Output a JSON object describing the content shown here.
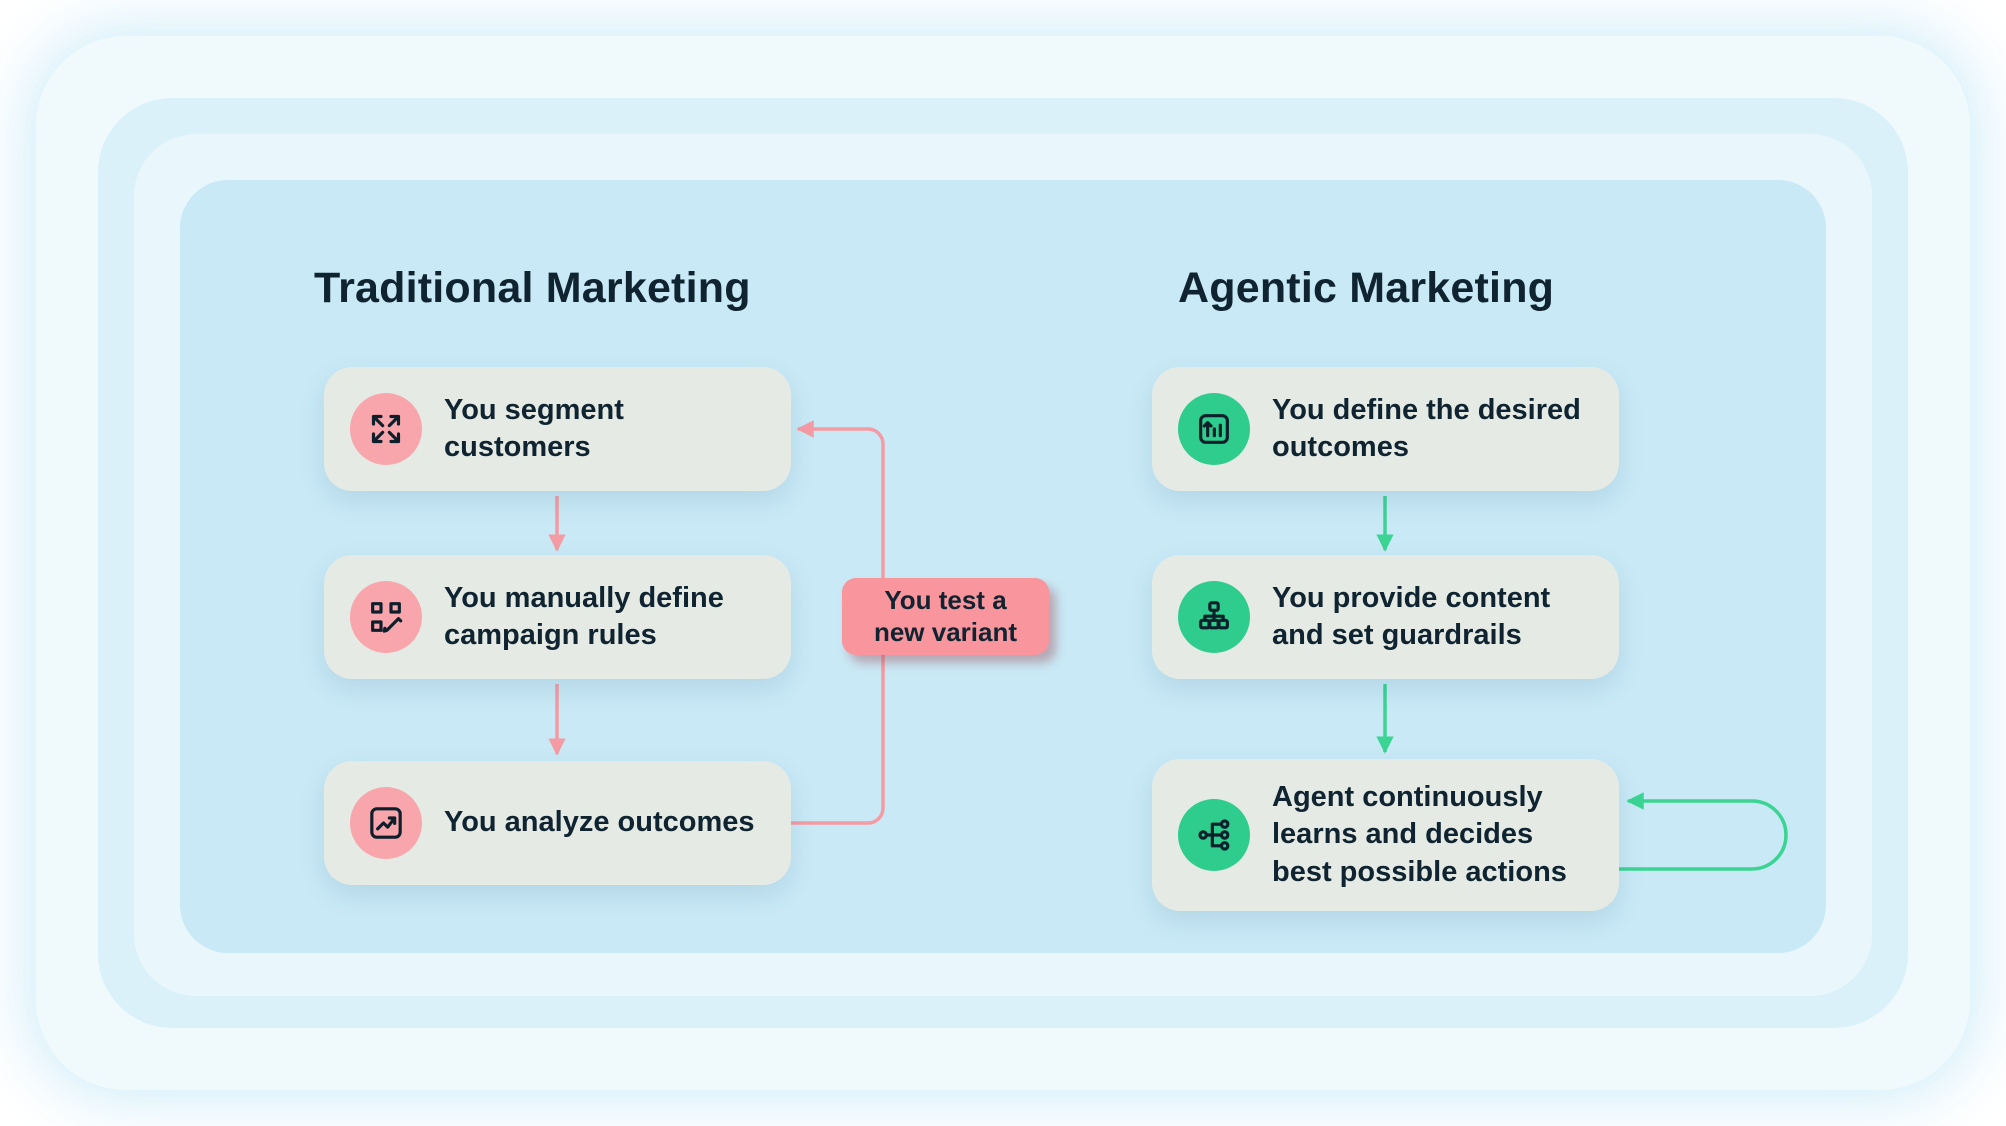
{
  "colors": {
    "page-bg": "#ffffff",
    "glow-1": "#f0fafd",
    "glow-2": "#dbf1fa",
    "glow-3": "#e9f7fc",
    "panel-bg": "#c9e9f6",
    "card-bg": "#e5ebe4",
    "ink": "#0f2430",
    "pink-circle": "#f8a6ac",
    "pink-line": "#f59ba3",
    "pink-box": "#f8959d",
    "green-circle": "#2ecd8d",
    "green-line": "#3bd493"
  },
  "left": {
    "title": "Traditional Marketing",
    "steps": [
      {
        "label": "You segment customers",
        "icon": "segment-expand-arrows-icon"
      },
      {
        "label": "You manually define campaign rules",
        "icon": "campaign-rules-icon"
      },
      {
        "label": "You analyze outcomes",
        "icon": "analyze-chart-icon"
      }
    ],
    "loop_label": "You test a new variant"
  },
  "right": {
    "title": "Agentic Marketing",
    "steps": [
      {
        "label": "You define the desired outcomes",
        "icon": "define-outcomes-icon"
      },
      {
        "label": "You provide content and set guardrails",
        "icon": "guardrails-sitemap-icon"
      },
      {
        "label": "Agent continuously learns and decides best possible actions",
        "icon": "agent-learning-icon"
      }
    ]
  }
}
